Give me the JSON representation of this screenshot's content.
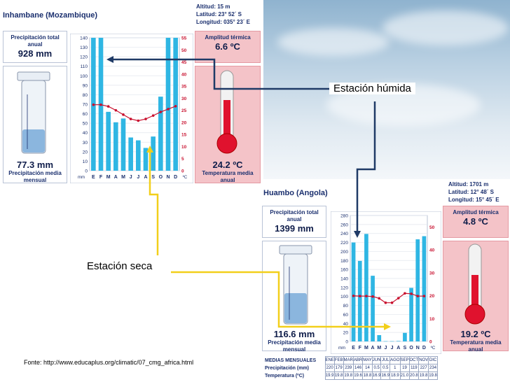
{
  "source": "Fonte: http://www.educaplus.org/climatic/07_cmg_africa.html",
  "annotations": {
    "wet": "Estación húmida",
    "dry": "Estación seca"
  },
  "colors": {
    "bar": "#2fb6e3",
    "temp_line": "#c8102e",
    "wet_arrow": "#1f3a66",
    "dry_arrow": "#f2cf1b"
  },
  "chart_data": [
    {
      "type": "bar",
      "station": "Inhambane (Mozambique)",
      "altitude": "Altitud: 15 m",
      "latitude": "Latitud: 23° 52´ S",
      "longitude": "Longitud: 035° 23´ E",
      "precip_total_label": "Precipitación total anual",
      "precip_total": "928 mm",
      "amplitude_label": "Amplitud térmica",
      "amplitude": "6.6 ºC",
      "precip_mean": "77.3 mm",
      "precip_mean_label": "Precipitación media mensual",
      "temp_mean": "24.2 ºC",
      "temp_mean_label": "Temperatura media anual",
      "categories": [
        "E",
        "F",
        "M",
        "A",
        "M",
        "J",
        "J",
        "A",
        "S",
        "O",
        "N",
        "D"
      ],
      "y_unit": "mm",
      "y2_unit": "ºC",
      "ylim": [
        0,
        140
      ],
      "yticks": [
        "0",
        "10",
        "20",
        "30",
        "40",
        "50",
        "60",
        "70",
        "80",
        "90",
        "100",
        "110",
        "120",
        "130",
        "140"
      ],
      "y2lim": [
        0,
        55
      ],
      "y2ticks": [
        "0",
        "5",
        "10",
        "15",
        "20",
        "25",
        "30",
        "35",
        "40",
        "45",
        "50",
        "55"
      ],
      "series": [
        {
          "values": [
            140,
            140,
            62,
            51,
            55,
            35,
            32,
            24,
            36,
            78,
            140,
            140
          ]
        },
        {
          "values": [
            27.3,
            27.3,
            26.6,
            25.0,
            23.2,
            21.4,
            20.7,
            21.4,
            22.8,
            24.3,
            25.5,
            26.7
          ]
        }
      ]
    },
    {
      "type": "bar",
      "station": "Huambo (Angola)",
      "altitude": "Altitud: 1701 m",
      "latitude": "Latitud: 12° 48´ S",
      "longitude": "Longitud: 15° 45´ E",
      "precip_total_label": "Precipitación total anual",
      "precip_total": "1399 mm",
      "amplitude_label": "Amplitud térmica",
      "amplitude": "4.8 ºC",
      "precip_mean": "116.6 mm",
      "precip_mean_label": "Precipitación media mensual",
      "temp_mean": "19.2 ºC",
      "temp_mean_label": "Temperatura media anual",
      "categories": [
        "E",
        "F",
        "M",
        "A",
        "M",
        "J",
        "J",
        "A",
        "S",
        "O",
        "N",
        "D"
      ],
      "y_unit": "mm",
      "y2_unit": "ºC",
      "ylim": [
        0,
        280
      ],
      "yticks": [
        "0",
        "20",
        "40",
        "60",
        "80",
        "100",
        "120",
        "140",
        "160",
        "180",
        "200",
        "220",
        "240",
        "260",
        "280"
      ],
      "y2lim": [
        0,
        55
      ],
      "y2ticks": [
        "0",
        "10",
        "20",
        "30",
        "40",
        "50"
      ],
      "series": [
        {
          "values": [
            220,
            179,
            239,
            146,
            14,
            0.5,
            0.5,
            1,
            19,
            119,
            227,
            234
          ]
        },
        {
          "values": [
            19.9,
            19.8,
            19.8,
            19.6,
            18.8,
            16.9,
            16.9,
            18.9,
            21.0,
            20.8,
            19.8,
            19.8
          ]
        }
      ]
    }
  ],
  "table": {
    "header_label": "MEDIAS MENSUALES",
    "months": [
      "ENE",
      "FEB",
      "MAR",
      "ABR",
      "MAY",
      "JUN",
      "JUL",
      "AGO",
      "SEP",
      "OCT",
      "NOV",
      "DIC"
    ],
    "precip_label": "Precipitación (mm)",
    "precip": [
      "220",
      "179",
      "239",
      "146",
      "14",
      "0.5",
      "0.5",
      "1",
      "19",
      "119",
      "227",
      "234"
    ],
    "temp_label": "Temperatura (ºC)",
    "temp": [
      "19.9",
      "19.8",
      "19.8",
      "19.6",
      "18.8",
      "16.9",
      "16.9",
      "18.9",
      "21.0",
      "20.8",
      "19.8",
      "19.8"
    ]
  }
}
